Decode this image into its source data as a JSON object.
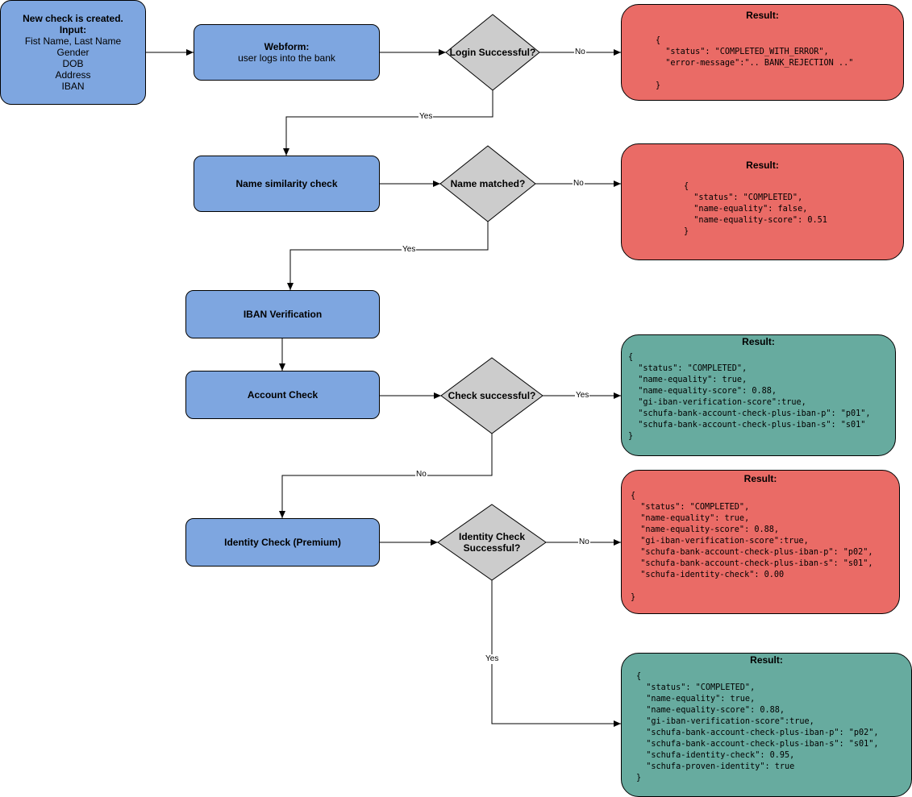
{
  "start": {
    "title": "New check is created.",
    "input_label": "Input:",
    "fields": [
      "Fist Name, Last Name",
      "Gender",
      "DOB",
      "Address",
      "IBAN"
    ]
  },
  "webform": {
    "title": "Webform:",
    "subtitle": "user logs into the bank"
  },
  "name_check": "Name similarity check",
  "iban_verification": "IBAN Verification",
  "account_check": "Account Check",
  "identity_check": "Identity Check (Premium)",
  "decisions": {
    "login": "Login Successful?",
    "name": "Name matched?",
    "check": "Check successful?",
    "identity": "Identity Check\nSuccessful?"
  },
  "edge_labels": {
    "login_no": "No",
    "login_yes": "Yes",
    "name_no": "No",
    "name_yes": "Yes",
    "check_yes": "Yes",
    "check_no": "No",
    "identity_no": "No",
    "identity_yes": "Yes"
  },
  "results": {
    "title": "Result:",
    "login_error": "{\n  \"status\": \"COMPLETED_WITH_ERROR\",\n  \"error-message\":\".. BANK_REJECTION ..\"\n\n}",
    "name_mismatch": "{\n  \"status\": \"COMPLETED\",\n  \"name-equality\": false,\n  \"name-equality-score\": 0.51\n}",
    "account_success": "{\n  \"status\": \"COMPLETED\",\n  \"name-equality\": true,\n  \"name-equality-score\": 0.88,\n  \"gi-iban-verification-score\":true,\n  \"schufa-bank-account-check-plus-iban-p\": \"p01\",\n  \"schufa-bank-account-check-plus-iban-s\": \"s01\"\n}",
    "identity_fail": "{\n  \"status\": \"COMPLETED\",\n  \"name-equality\": true,\n  \"name-equality-score\": 0.88,\n  \"gi-iban-verification-score\":true,\n  \"schufa-bank-account-check-plus-iban-p\": \"p02\",\n  \"schufa-bank-account-check-plus-iban-s\": \"s01\",\n  \"schufa-identity-check\": 0.00\n\n}",
    "identity_success": "{\n  \"status\": \"COMPLETED\",\n  \"name-equality\": true,\n  \"name-equality-score\": 0.88,\n  \"gi-iban-verification-score\":true,\n  \"schufa-bank-account-check-plus-iban-p\": \"p02\",\n  \"schufa-bank-account-check-plus-iban-s\": \"s01\",\n  \"schufa-identity-check\": 0.95,\n  \"schufa-proven-identity\": true\n}"
  },
  "colors": {
    "process": "#7ea6e0",
    "decision": "#cccccc",
    "error": "#ea6b66",
    "success": "#67ab9f"
  }
}
